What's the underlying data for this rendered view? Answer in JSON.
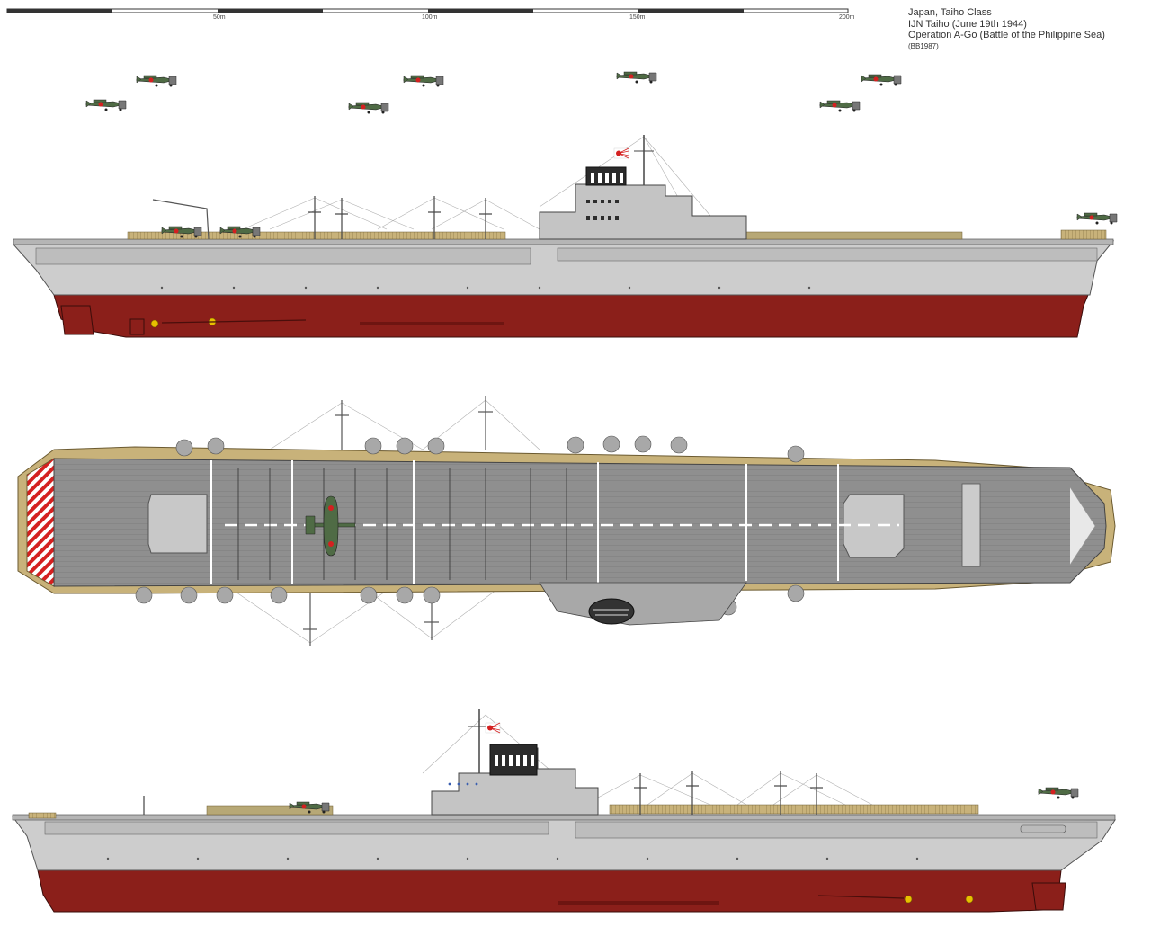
{
  "info": {
    "line1": "Japan, Taiho Class",
    "line2": "IJN Taiho (June 19th 1944)",
    "line3": "Operation A-Go (Battle of the Philippine Sea)",
    "credit": "(BB1987)"
  },
  "scale": {
    "labels": [
      "50m",
      "100m",
      "150m",
      "200m"
    ]
  },
  "colors": {
    "hull_red": "#8b1f1a",
    "hull_grey": "#cdcdcd",
    "deck_grey": "#8f8f8f",
    "deck_wood": "#c8b27a",
    "plane_green": "#4f6b45",
    "rising_sun": "#d42020"
  }
}
